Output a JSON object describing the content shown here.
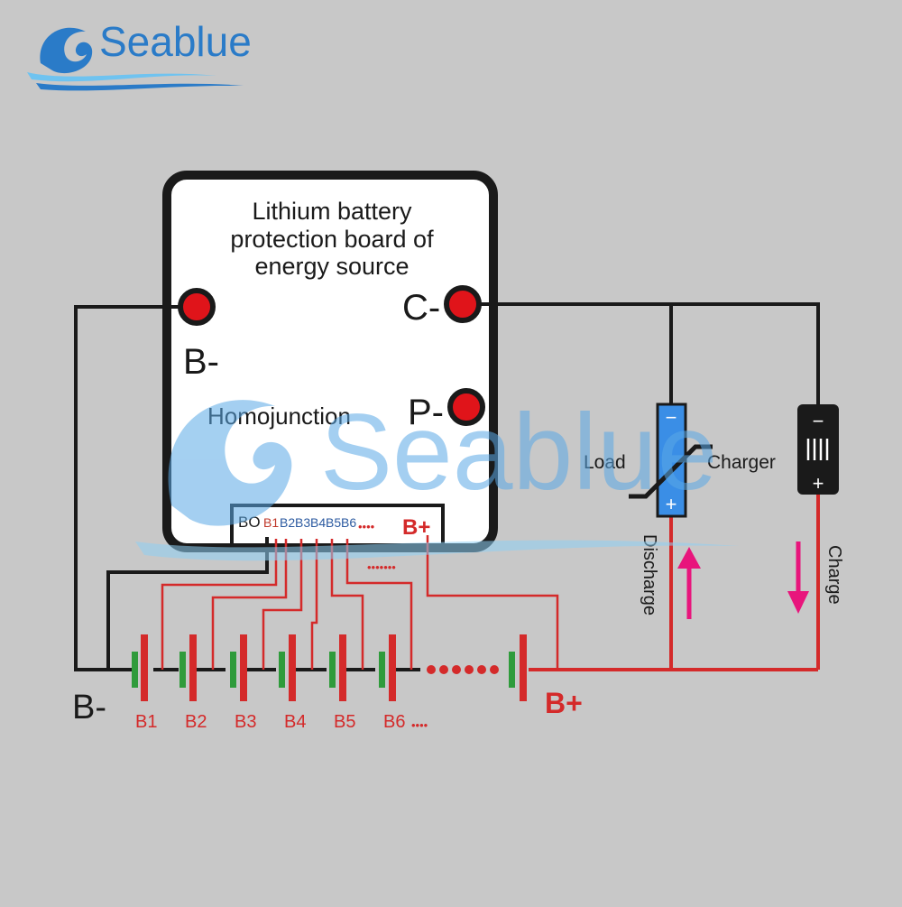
{
  "logo": {
    "text": "Seablue"
  },
  "watermark": {
    "text": "Seablue"
  },
  "board": {
    "title_line1": "Lithium battery",
    "title_line2": "protection board of",
    "title_line3": "energy source",
    "terminal_b_minus": "B-",
    "terminal_c_minus": "C-",
    "terminal_p_minus": "P-",
    "homojunction": "Homojunction",
    "connector": {
      "b0": "BO",
      "pins": [
        "B1",
        "B2",
        "B3",
        "B4",
        "B5",
        "B6"
      ],
      "ellipsis": "••••",
      "b_plus": "B+"
    },
    "connector_more": "•••••••"
  },
  "battery": {
    "cells": [
      "B1",
      "B2",
      "B3",
      "B4",
      "B5",
      "B6"
    ],
    "more_dots": "••••",
    "b_minus": "B-",
    "b_plus": "B+"
  },
  "load": {
    "label": "Load",
    "minus": "−",
    "plus": "+",
    "direction": "Discharge"
  },
  "charger": {
    "label": "Charger",
    "minus": "−",
    "plus": "+",
    "direction": "Charge"
  },
  "colors": {
    "background": "#c8c8c8",
    "wire_black": "#1a1a1a",
    "wire_red": "#d42a2a",
    "terminal_red": "#e0141a",
    "arrow_magenta": "#e8157c",
    "cell_green": "#2f9b3b",
    "load_blue": "#3a8ee6",
    "logo_blue": "#2a7bc8"
  }
}
